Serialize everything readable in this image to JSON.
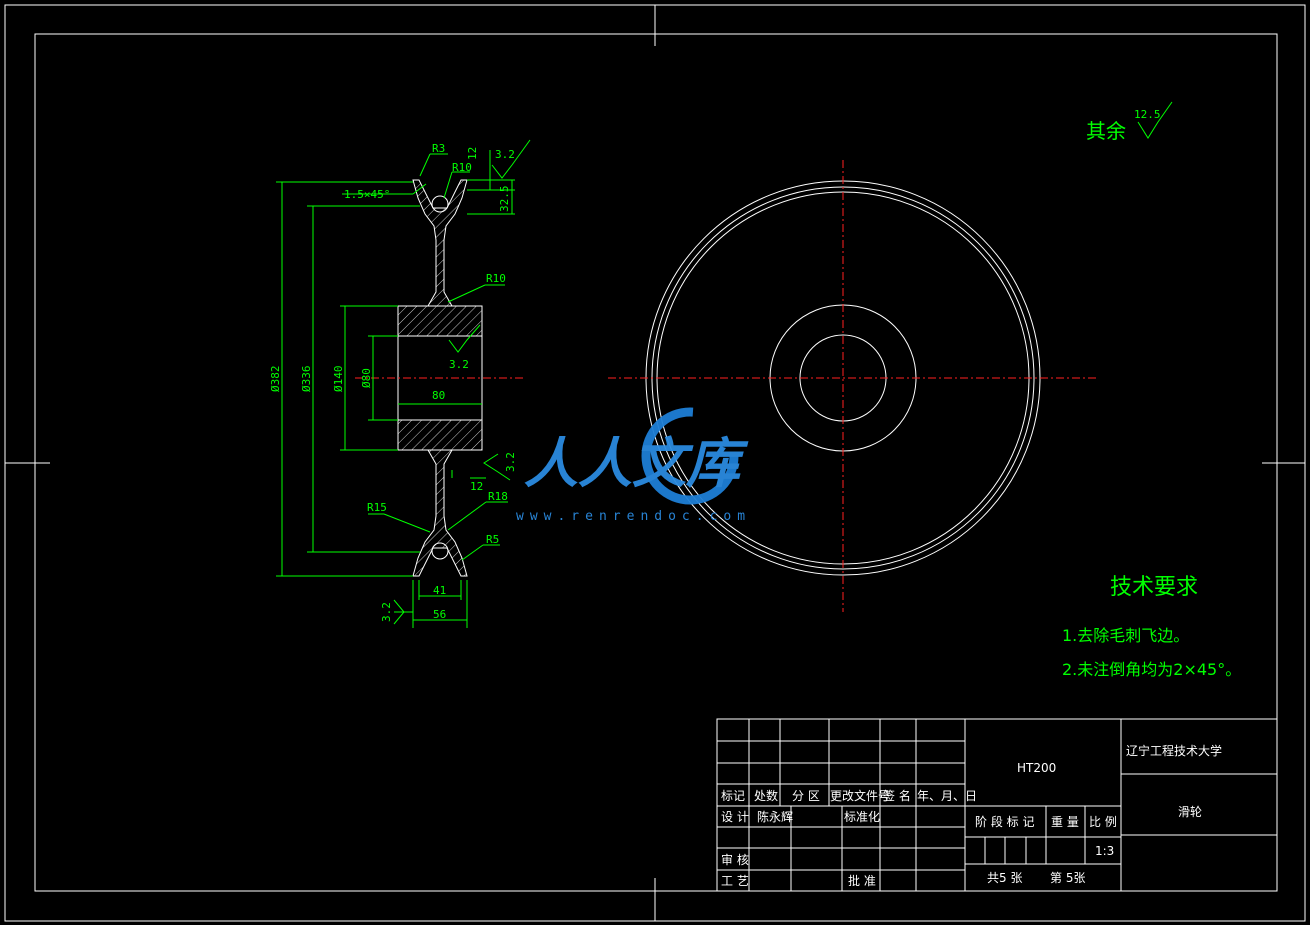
{
  "dimensions": {
    "chamfer": "1.5×45°",
    "r3": "R3",
    "r10_top": "R10",
    "rough_top": "3.2",
    "d12_top": "12",
    "d32_5": "32.5",
    "r10_mid": "R10",
    "rough_bore": "3.2",
    "phi382": "Ø382",
    "phi336": "Ø336",
    "phi140": "Ø140",
    "phi80": "Ø80",
    "hub_width": "80",
    "rough_right": "3.2",
    "d12_low": "12",
    "r18": "R18",
    "r15": "R15",
    "r5": "R5",
    "d41": "41",
    "rough_left": "3.2",
    "d56": "56"
  },
  "rough_rest": {
    "label": "其余",
    "value": "12.5"
  },
  "tech": {
    "title": "技术要求",
    "items": [
      "1.去除毛刺飞边。",
      "2.未注倒角均为2×45°。"
    ]
  },
  "watermark": {
    "text": "人人文库",
    "url": "www.renrendoc.com"
  },
  "title_block": {
    "material": "HT200",
    "school": "辽宁工程技术大学",
    "part": "滑轮",
    "headers": [
      "标记",
      "处数",
      "分 区",
      "更改文件号",
      "签 名",
      "年、月、日"
    ],
    "design": "设 计",
    "designer": "陈永辉",
    "standard": "标准化",
    "review": "审 核",
    "process": "工 艺",
    "approve": "批 准",
    "stage_label": "阶 段 标 记",
    "weight_label": "重 量",
    "scale_label": "比 例",
    "scale": "1:3",
    "sheets_total": "共5 张",
    "sheet_no": "第 5张"
  }
}
